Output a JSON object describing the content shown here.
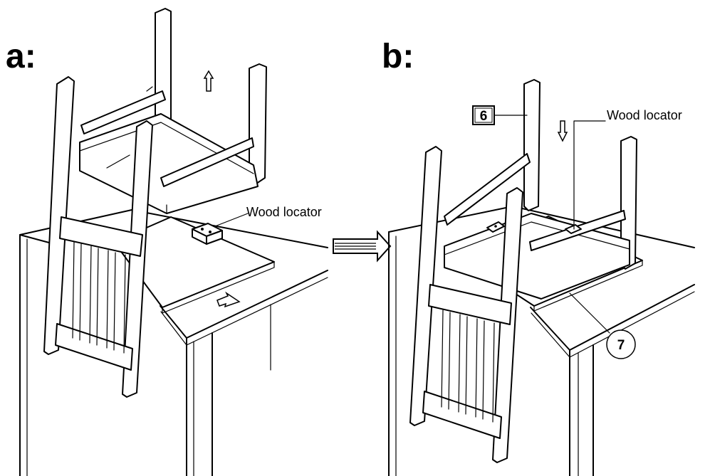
{
  "panel_a": {
    "step_label": "a:",
    "callout_label": "Wood locator"
  },
  "panel_b": {
    "step_label": "b:",
    "callout_label": "Wood locator",
    "part_box_label": "6",
    "part_circle_label": "7"
  },
  "icons": [
    "up-arrow-icon",
    "push-arrow-icon",
    "down-arrow-icon",
    "transition-arrow-icon"
  ],
  "colors": {
    "ink": "#000000",
    "paper": "#ffffff"
  }
}
